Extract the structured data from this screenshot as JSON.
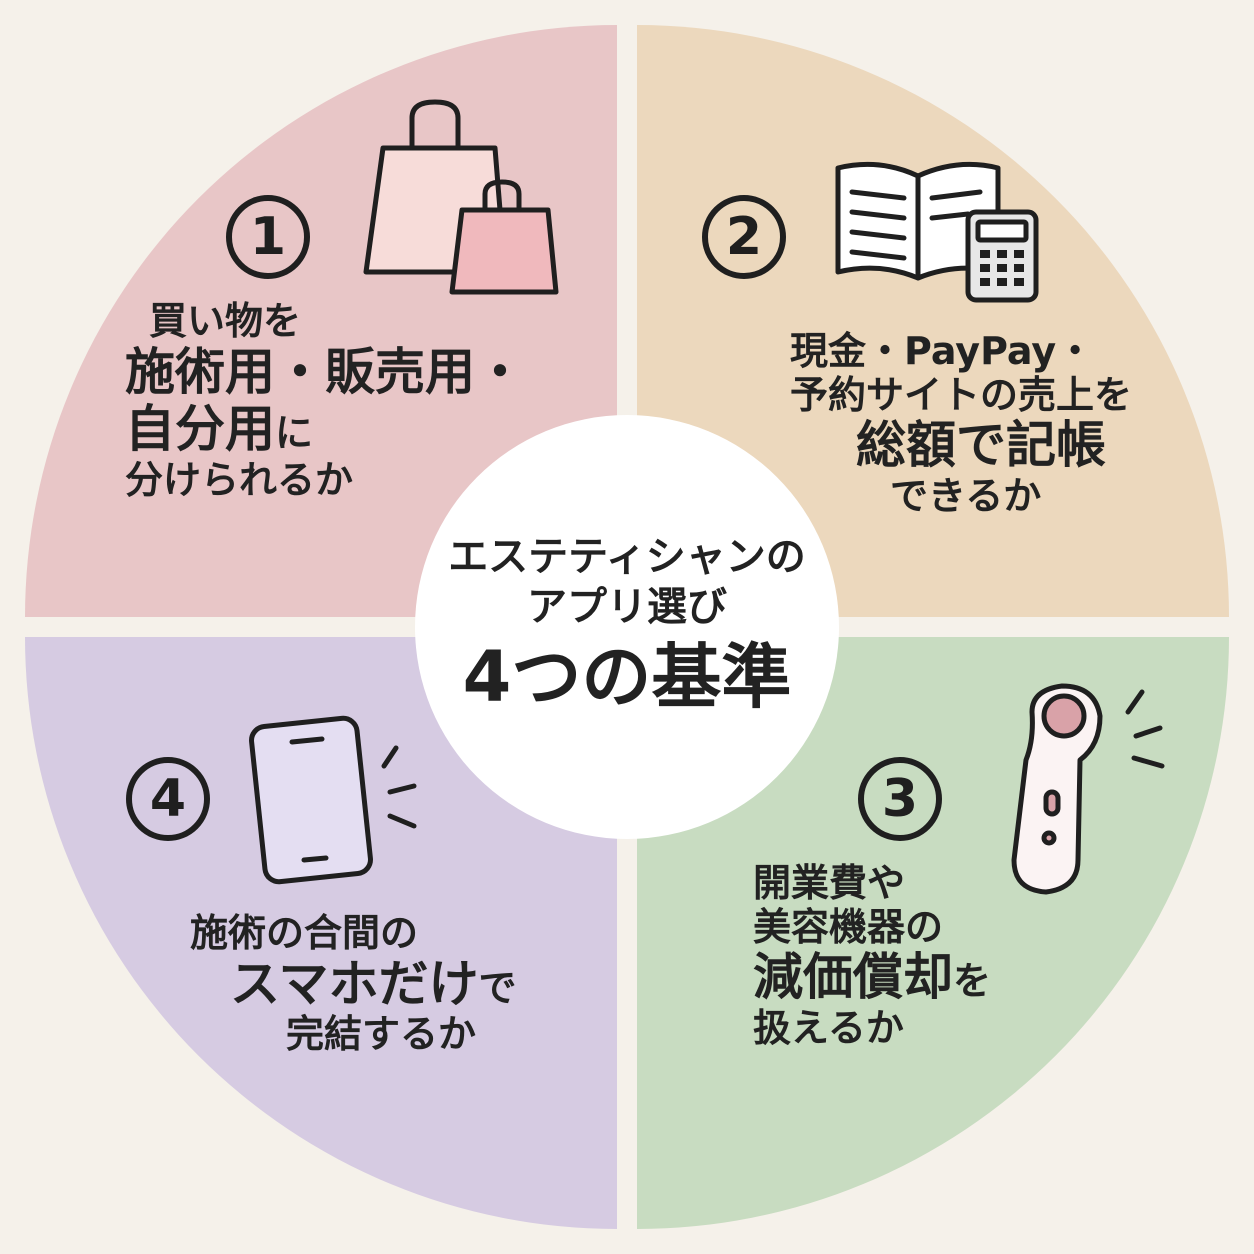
{
  "colors": {
    "q1": "#e8c6c7",
    "q2": "#ecd8bd",
    "q3": "#c8dcc1",
    "q4": "#d6cbe2",
    "center": "#ffffff",
    "ink": "#1f1f1f"
  },
  "center": {
    "line1": "エステティシャンの",
    "line2": "アプリ選び",
    "line3": "4つの基準"
  },
  "quadrants": [
    {
      "number": "1",
      "icon": "shopping-bags-icon",
      "lines": [
        "買い物を",
        "施術用・販売用・",
        "自分用",
        "に",
        "分けられるか"
      ]
    },
    {
      "number": "2",
      "icon": "book-calculator-icon",
      "lines": [
        "現金・PayPay・",
        "予約サイトの売上を",
        "総額で記帳",
        "できるか"
      ]
    },
    {
      "number": "3",
      "icon": "beauty-device-icon",
      "lines": [
        "開業費や",
        "美容機器の",
        "減価償却",
        "を",
        "扱えるか"
      ]
    },
    {
      "number": "4",
      "icon": "smartphone-icon",
      "lines": [
        "施術の合間の",
        "スマホだけ",
        "で",
        "完結するか"
      ]
    }
  ]
}
